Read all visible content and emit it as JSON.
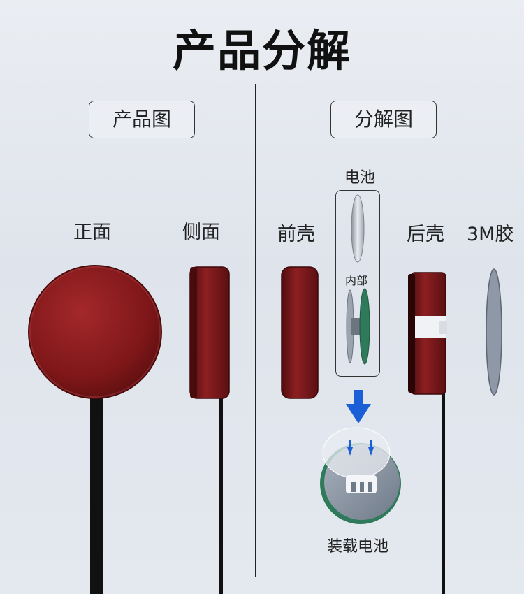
{
  "title": "产品分解",
  "left_section": {
    "tag": "产品图",
    "front_label": "正面",
    "side_label": "侧面"
  },
  "right_section": {
    "tag": "分解图",
    "front_shell_label": "前壳",
    "battery_label": "电池",
    "inner_label": "内部",
    "back_shell_label": "后壳",
    "adhesive_label": "3M胶",
    "install_label": "装载电池"
  },
  "colors": {
    "shell_red": "#8a1c1e",
    "arrow_blue": "#1a5fd6",
    "ring_green": "#2f7a5a",
    "adhesive_gray": "#8e98a6"
  }
}
